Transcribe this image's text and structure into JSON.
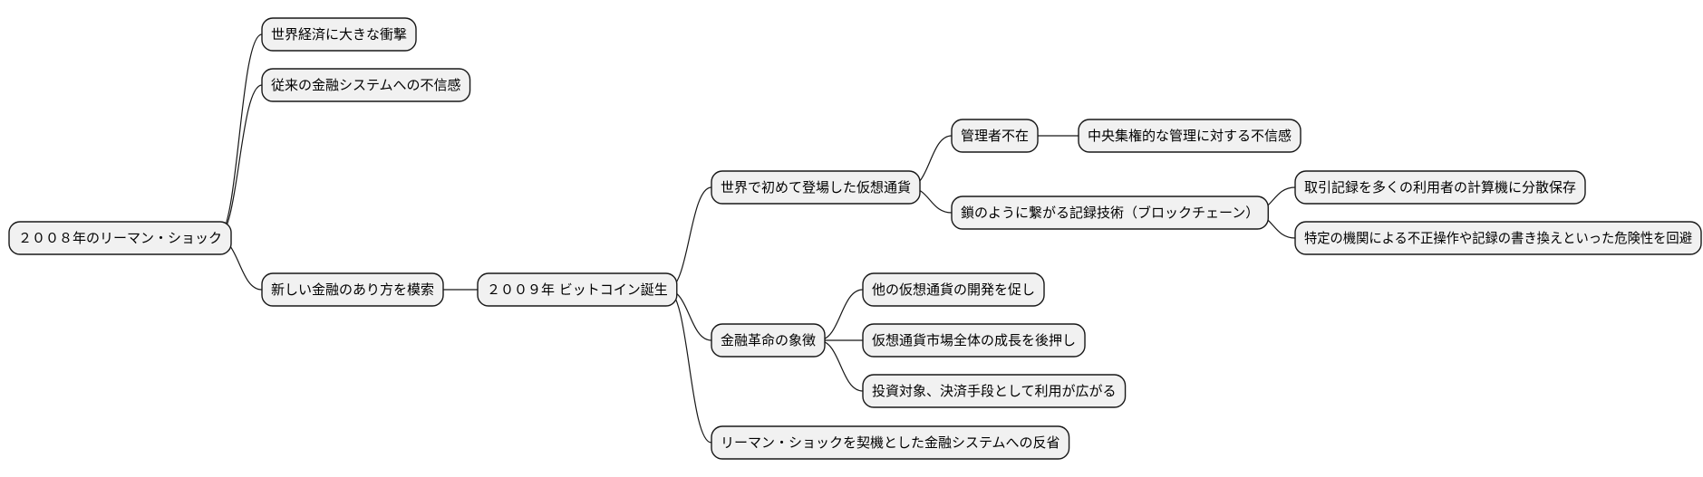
{
  "mindmap": {
    "root": {
      "id": "root",
      "label": "２００８年のリーマン・ショック",
      "children": [
        {
          "id": "n1",
          "label": "世界経済に大きな衝撃"
        },
        {
          "id": "n2",
          "label": "従来の金融システムへの不信感"
        },
        {
          "id": "n3",
          "label": "新しい金融のあり方を模索",
          "children": [
            {
              "id": "n4",
              "label": "２００９年 ビットコイン誕生",
              "children": [
                {
                  "id": "n5",
                  "label": "世界で初めて登場した仮想通貨",
                  "children": [
                    {
                      "id": "n6",
                      "label": "管理者不在",
                      "children": [
                        {
                          "id": "n7",
                          "label": "中央集権的な管理に対する不信感"
                        }
                      ]
                    },
                    {
                      "id": "n8",
                      "label": "鎖のように繋がる記録技術（ブロックチェーン）",
                      "children": [
                        {
                          "id": "n9",
                          "label": "取引記録を多くの利用者の計算機に分散保存"
                        },
                        {
                          "id": "n10",
                          "label": "特定の機関による不正操作や記録の書き換えといった危険性を回避"
                        }
                      ]
                    }
                  ]
                },
                {
                  "id": "n11",
                  "label": "金融革命の象徴",
                  "children": [
                    {
                      "id": "n12",
                      "label": "他の仮想通貨の開発を促し"
                    },
                    {
                      "id": "n13",
                      "label": "仮想通貨市場全体の成長を後押し"
                    },
                    {
                      "id": "n14",
                      "label": "投資対象、決済手段として利用が広がる"
                    }
                  ]
                },
                {
                  "id": "n15",
                  "label": "リーマン・ショックを契機とした金融システムへの反省"
                }
              ]
            }
          ]
        }
      ]
    }
  }
}
